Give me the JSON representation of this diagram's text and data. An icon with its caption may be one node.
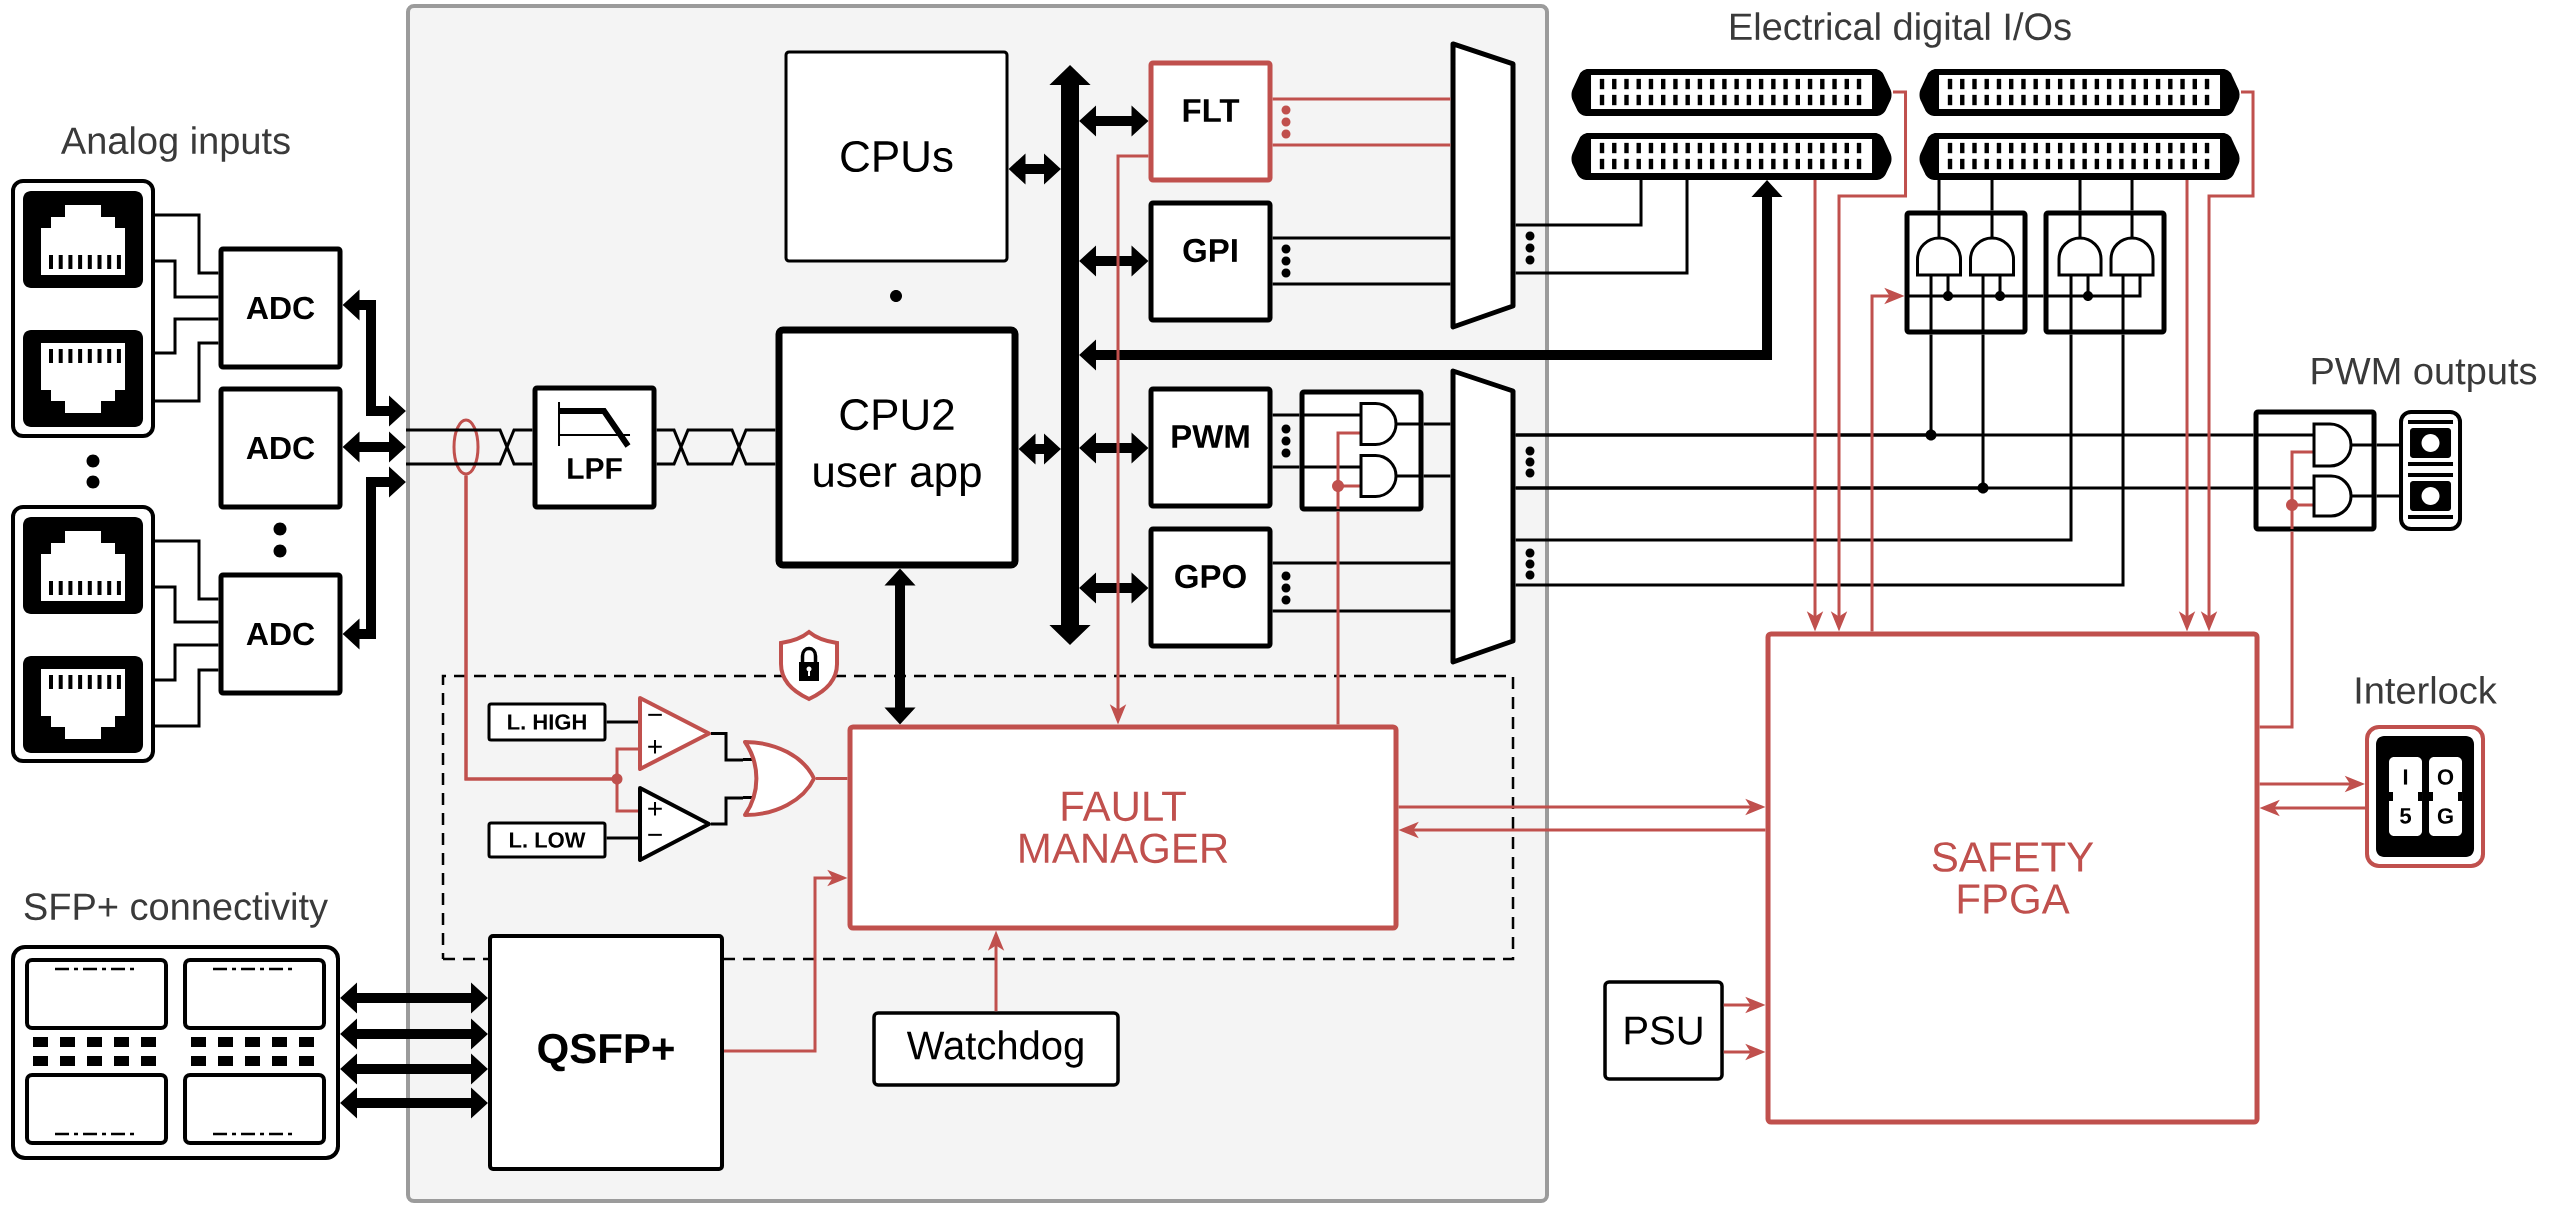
{
  "diagram": {
    "nodes": [
      {
        "text": [],
        "shape": "box"
      },
      {
        "text": [
          "Analog inputs"
        ]
      },
      {
        "text": [],
        "shape": "picture"
      },
      {
        "text": [
          "ADC"
        ]
      },
      {
        "text": [
          "ADC"
        ]
      },
      {
        "text": [
          "ADC"
        ]
      },
      {
        "text": [
          "SFP+ connectivity"
        ]
      },
      {
        "text": [
          "CPUs"
        ],
        "in": 0
      },
      {
        "text": [
          "LPF"
        ],
        "in": 0
      },
      {
        "text": [
          "CPU2",
          "user app"
        ],
        "in": 0
      },
      {
        "text": [],
        "shape": "bar",
        "in": 0
      },
      {
        "text": [
          "FLT"
        ],
        "in": 0
      },
      {
        "text": [
          "GPI"
        ],
        "in": 0
      },
      {
        "text": [
          "PWM"
        ],
        "in": 0
      },
      {
        "text": [
          "GPO"
        ],
        "in": 0
      },
      {
        "text": [],
        "shape": "box",
        "in": 0
      },
      {
        "text": [],
        "shape": "trapezoid",
        "in": 0
      },
      {
        "text": [],
        "shape": "trapezoid",
        "in": 0
      },
      {
        "text": [],
        "shape": "box",
        "in": 0
      },
      {
        "text": [
          "L. HIGH"
        ],
        "in": 18
      },
      {
        "text": [
          "L. LOW"
        ],
        "in": 18
      },
      {
        "text": [
          "−",
          "+"
        ],
        "in": 18
      },
      {
        "text": [
          "+",
          "−"
        ],
        "in": 18
      },
      {
        "text": [],
        "shape": "gate",
        "in": 18
      },
      {
        "text": [
          "FAULT MANAGER"
        ],
        "in": 18
      },
      {
        "text": [
          "QSFP+"
        ],
        "in": 0
      },
      {
        "text": [
          "Watchdog"
        ],
        "in": 0
      },
      {
        "text": [],
        "shape": "picture"
      },
      {
        "text": [],
        "shape": "picture"
      },
      {
        "text": [],
        "shape": "picture"
      },
      {
        "text": [],
        "shape": "picture"
      },
      {
        "text": [],
        "shape": "box"
      },
      {
        "text": [],
        "shape": "box"
      },
      {
        "text": [],
        "shape": "box"
      },
      {
        "text": [
          "PWM outputs"
        ]
      },
      {
        "text": [
          "SAFETY FPGA"
        ]
      },
      {
        "text": [
          "Interlock",
          "I",
          "O",
          "5",
          "G"
        ]
      },
      {
        "text": [
          "PSU"
        ]
      },
      {
        "text": [],
        "shape": "ellipse",
        "in": 0
      }
    ],
    "edges": [
      {
        "from": 3,
        "to": 0,
        "arrow": "both",
        "style": "thick"
      },
      {
        "from": 4,
        "to": 0,
        "arrow": "both",
        "style": "thick"
      },
      {
        "from": 5,
        "to": 0,
        "arrow": "both",
        "style": "thick"
      },
      {
        "from": 1,
        "to": 3,
        "arrow": "none"
      },
      {
        "from": 1,
        "to": 3,
        "arrow": "none"
      },
      {
        "from": 1,
        "to": 3,
        "arrow": "none"
      },
      {
        "from": 1,
        "to": 3,
        "arrow": "none"
      },
      {
        "from": 2,
        "to": 5,
        "arrow": "none"
      },
      {
        "from": 2,
        "to": 5,
        "arrow": "none"
      },
      {
        "from": 2,
        "to": 5,
        "arrow": "none"
      },
      {
        "from": 2,
        "to": 5,
        "arrow": "none"
      },
      {
        "from": 0,
        "to": 8,
        "arrow": "none"
      },
      {
        "from": 8,
        "to": 9,
        "arrow": "none"
      },
      {
        "from": 7,
        "to": 10,
        "arrow": "both",
        "style": "thick"
      },
      {
        "from": 9,
        "to": 10,
        "arrow": "both",
        "style": "thick"
      },
      {
        "from": 10,
        "to": 11,
        "arrow": "both",
        "style": "thick"
      },
      {
        "from": 10,
        "to": 12,
        "arrow": "both",
        "style": "thick"
      },
      {
        "from": 10,
        "to": 13,
        "arrow": "both",
        "style": "thick"
      },
      {
        "from": 10,
        "to": 14,
        "arrow": "both",
        "style": "thick"
      },
      {
        "from": 10,
        "to": 28,
        "arrow": "both",
        "style": "thick"
      },
      {
        "from": 9,
        "to": 24,
        "arrow": "both",
        "style": "thick"
      },
      {
        "from": 11,
        "to": 16,
        "arrow": "none",
        "color": "#c0504d"
      },
      {
        "from": 11,
        "to": 16,
        "arrow": "none",
        "color": "#c0504d"
      },
      {
        "from": 12,
        "to": 16,
        "arrow": "none"
      },
      {
        "from": 12,
        "to": 16,
        "arrow": "none"
      },
      {
        "from": 13,
        "to": 15,
        "arrow": "none"
      },
      {
        "from": 13,
        "to": 15,
        "arrow": "none"
      },
      {
        "from": 15,
        "to": 17,
        "arrow": "none"
      },
      {
        "from": 15,
        "to": 17,
        "arrow": "none"
      },
      {
        "from": 14,
        "to": 17,
        "arrow": "none"
      },
      {
        "from": 14,
        "to": 17,
        "arrow": "none"
      },
      {
        "from": 16,
        "to": 28,
        "arrow": "none"
      },
      {
        "from": 16,
        "to": 28,
        "arrow": "none"
      },
      {
        "from": 17,
        "to": 33,
        "arrow": "none"
      },
      {
        "from": 17,
        "to": 31,
        "arrow": "none"
      },
      {
        "from": 17,
        "to": 33,
        "arrow": "none"
      },
      {
        "from": 17,
        "to": 31,
        "arrow": "none"
      },
      {
        "from": 17,
        "to": 32,
        "arrow": "none"
      },
      {
        "from": 17,
        "to": 32,
        "arrow": "none"
      },
      {
        "from": 31,
        "to": 30,
        "arrow": "none"
      },
      {
        "from": 31,
        "to": 30,
        "arrow": "none"
      },
      {
        "from": 32,
        "to": 30,
        "arrow": "none"
      },
      {
        "from": 32,
        "to": 30,
        "arrow": "none"
      },
      {
        "from": 27,
        "to": 35,
        "arrow": "to",
        "color": "#c0504d"
      },
      {
        "from": 28,
        "to": 35,
        "arrow": "to",
        "color": "#c0504d"
      },
      {
        "from": 29,
        "to": 35,
        "arrow": "to",
        "color": "#c0504d"
      },
      {
        "from": 30,
        "to": 35,
        "arrow": "to",
        "color": "#c0504d"
      },
      {
        "from": 35,
        "to": 31,
        "arrow": "to",
        "color": "#c0504d"
      },
      {
        "from": 31,
        "to": 32,
        "arrow": "none"
      },
      {
        "from": 35,
        "to": 33,
        "arrow": "none",
        "color": "#c0504d"
      },
      {
        "from": 33,
        "to": 34,
        "arrow": "none"
      },
      {
        "from": 33,
        "to": 34,
        "arrow": "none"
      },
      {
        "from": 35,
        "to": 36,
        "arrow": "to",
        "color": "#c0504d"
      },
      {
        "from": 36,
        "to": 35,
        "arrow": "to",
        "color": "#c0504d"
      },
      {
        "from": 24,
        "to": 35,
        "arrow": "to",
        "color": "#c0504d"
      },
      {
        "from": 35,
        "to": 24,
        "arrow": "to",
        "color": "#c0504d"
      },
      {
        "from": 37,
        "to": 35,
        "arrow": "to",
        "color": "#c0504d"
      },
      {
        "from": 37,
        "to": 35,
        "arrow": "to",
        "color": "#c0504d"
      },
      {
        "from": 11,
        "to": 24,
        "arrow": "to",
        "color": "#c0504d"
      },
      {
        "from": 24,
        "to": 15,
        "arrow": "none",
        "color": "#c0504d"
      },
      {
        "from": 26,
        "to": 24,
        "arrow": "to",
        "color": "#c0504d"
      },
      {
        "from": 25,
        "to": 24,
        "arrow": "to",
        "color": "#c0504d"
      },
      {
        "from": 6,
        "to": 25,
        "arrow": "both",
        "style": "thick"
      },
      {
        "from": 6,
        "to": 25,
        "arrow": "both",
        "style": "thick"
      },
      {
        "from": 6,
        "to": 25,
        "arrow": "both",
        "style": "thick"
      },
      {
        "from": 6,
        "to": 25,
        "arrow": "both",
        "style": "thick"
      },
      {
        "from": 19,
        "to": 21,
        "arrow": "none"
      },
      {
        "from": 20,
        "to": 22,
        "arrow": "none"
      },
      {
        "from": 21,
        "to": 23,
        "arrow": "none"
      },
      {
        "from": 22,
        "to": 23,
        "arrow": "none"
      },
      {
        "from": 23,
        "to": 24,
        "arrow": "none",
        "color": "#c0504d"
      },
      {
        "from": 38,
        "to": 21,
        "arrow": "none",
        "color": "#c0504d"
      },
      {
        "from": 38,
        "to": 22,
        "arrow": "none",
        "color": "#c0504d"
      }
    ],
    "labels": [
      "Electrical digital I/Os"
    ]
  }
}
